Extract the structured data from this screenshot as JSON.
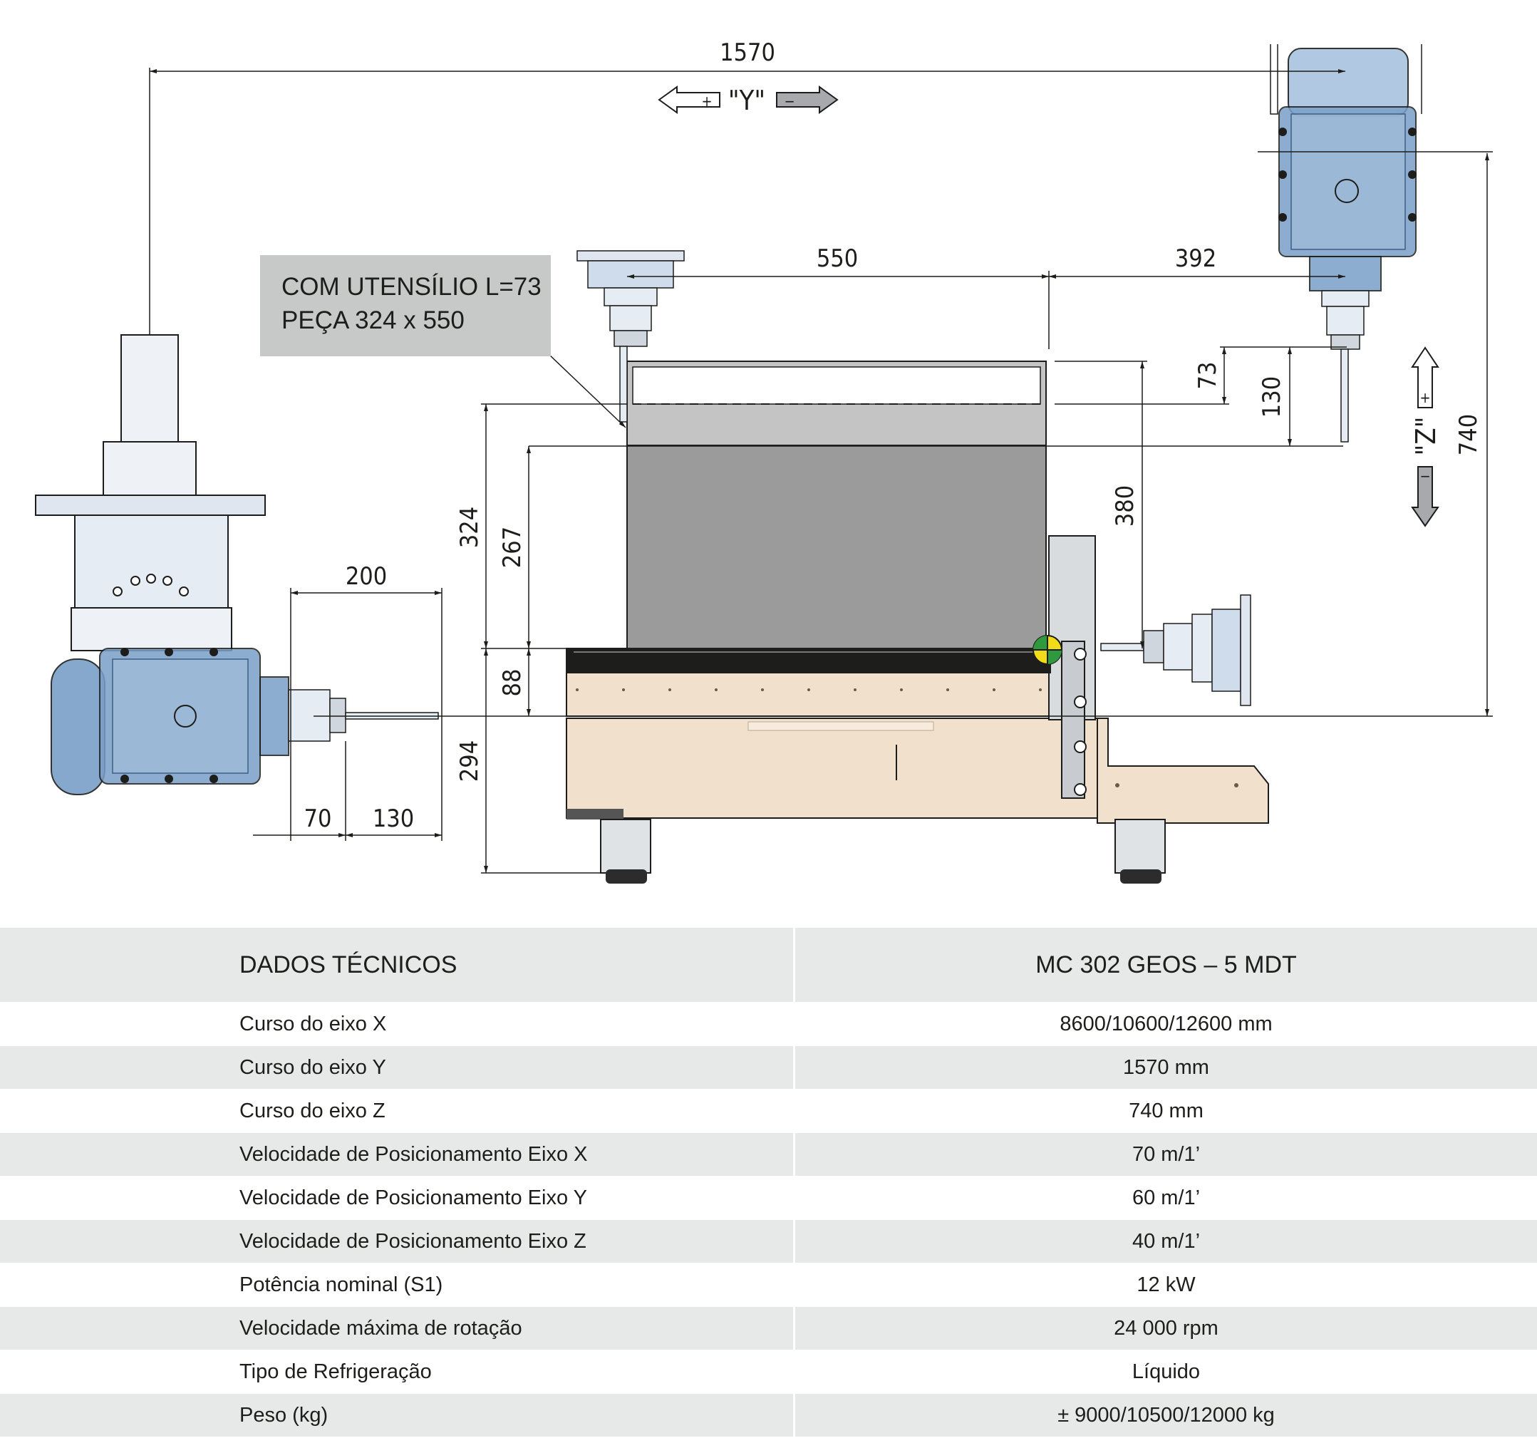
{
  "drawing": {
    "note": {
      "line1": "COM UTENSÍLIO L=73",
      "line2": "PEÇA 324 x 550"
    },
    "axis_y": {
      "label": "\"Y\"",
      "plus": "+",
      "minus": "−"
    },
    "axis_z": {
      "label": "\"Z\"",
      "plus": "+",
      "minus": "−"
    },
    "dimensions": {
      "d1570": "1570",
      "d550": "550",
      "d392": "392",
      "d73": "73",
      "d130_right": "130",
      "d740": "740",
      "d380": "380",
      "d324": "324",
      "d267": "267",
      "d88": "88",
      "d294": "294",
      "d200": "200",
      "d70": "70",
      "d130_left": "130"
    },
    "colors": {
      "spindle_blue": "#7a9fc8",
      "machine_base": "#f1e0cc",
      "workpiece_dark": "#9b9b9b",
      "workpiece_light": "#c4c4c4",
      "ref_green": "#2e9a3d",
      "ref_yellow": "#f2dc1a"
    }
  },
  "specs": {
    "header": {
      "label": "DADOS TÉCNICOS",
      "model": "MC 302 GEOS – 5 MDT"
    },
    "rows": [
      {
        "label": "Curso do eixo X",
        "value": "8600/10600/12600 mm"
      },
      {
        "label": "Curso do eixo Y",
        "value": "1570 mm"
      },
      {
        "label": "Curso do eixo Z",
        "value": "740 mm"
      },
      {
        "label": "Velocidade de Posicionamento Eixo X",
        "value": "70 m/1’"
      },
      {
        "label": "Velocidade de Posicionamento Eixo Y",
        "value": "60 m/1’"
      },
      {
        "label": "Velocidade de Posicionamento Eixo Z",
        "value": "40 m/1’"
      },
      {
        "label": "Potência nominal (S1)",
        "value": "12 kW"
      },
      {
        "label": "Velocidade máxima de rotação",
        "value": "24 000 rpm"
      },
      {
        "label": "Tipo de Refrigeração",
        "value": "Líquido"
      },
      {
        "label": "Peso (kg)",
        "value": "± 9000/10500/12000 kg"
      }
    ]
  }
}
